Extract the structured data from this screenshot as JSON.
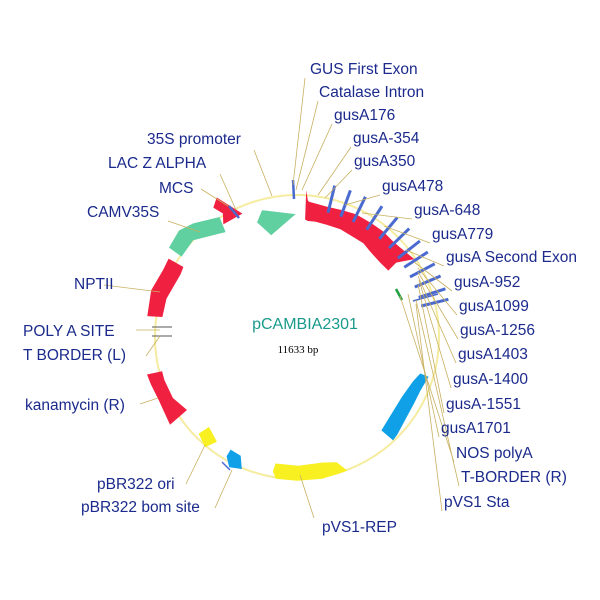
{
  "plasmid": {
    "name": "pCAMBIA2301",
    "size_label": "11633 bp"
  },
  "colors": {
    "backbone": "#f5eca0",
    "label_text": "#1b2a8c",
    "title_text": "#1a9a8a",
    "leader_right": "#c8b060",
    "leader_left": "#555555",
    "red": "#f02040",
    "green": "#60d0a0",
    "yellow": "#f8f020",
    "blue": "#10a0e8",
    "site_marker": "#4a6ad0",
    "short_marker": "#20a040"
  },
  "features": {
    "red_arrow_top_left": {
      "color": "red",
      "direction": "cw"
    },
    "green_arrow_35s": {
      "color": "green",
      "direction": "cw"
    },
    "gus_region": {
      "color": "red",
      "direction": "cw"
    },
    "camv35s_arrow": {
      "color": "green",
      "direction": "ccw"
    },
    "nptii_arrow": {
      "color": "red",
      "direction": "ccw"
    },
    "kanamycin_arrow": {
      "color": "red",
      "direction": "ccw"
    },
    "pbr322_ori_block": {
      "color": "yellow",
      "direction": "none"
    },
    "pbr322_bom_arrow": {
      "color": "blue",
      "direction": "cw"
    },
    "pvs1_rep_arrow": {
      "color": "yellow",
      "direction": "cw"
    },
    "pvs1_sta_arrow": {
      "color": "blue",
      "direction": "ccw"
    }
  },
  "labels": {
    "gus_first_exon": "GUS First Exon",
    "catalase_intron": "Catalase Intron",
    "gusa176": "gusA176",
    "gusa_354": "gusA-354",
    "gusa350": "gusA350",
    "gusa478": "gusA478",
    "gusa_648": "gusA-648",
    "gusa779": "gusA779",
    "gusa_second_exon": "gusA Second Exon",
    "gusa_952": "gusA-952",
    "gusa1099": "gusA1099",
    "gusa_1256": "gusA-1256",
    "gusa1403": "gusA1403",
    "gusa_1400": "gusA-1400",
    "gusa_1551": "gusA-1551",
    "gusa1701": "gusA1701",
    "nos_polya": "NOS polyA",
    "t_border_r": "T-BORDER (R)",
    "pvs1_sta": "pVS1 Sta",
    "promoter_35s": "35S promoter",
    "lac_z_alpha": "LAC Z ALPHA",
    "mcs": "MCS",
    "camv35s": "CAMV35S",
    "nptii": "NPTII",
    "poly_a_site": "POLY A SITE",
    "t_border_l": "T BORDER (L)",
    "kanamycin_r": "kanamycin (R)",
    "pbr322_ori": "pBR322 ori",
    "pbr322_bom_site": "pBR322 bom site",
    "pvs1_rep": "pVS1-REP"
  }
}
